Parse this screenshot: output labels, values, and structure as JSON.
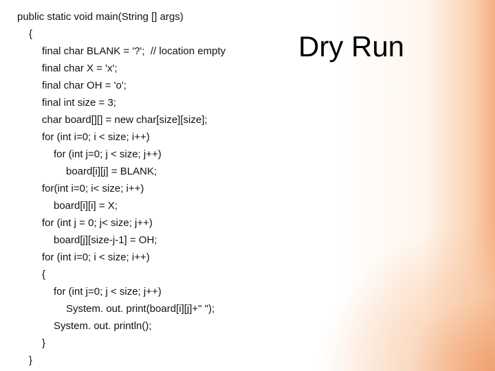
{
  "title": "Dry Run",
  "code_lines": [
    "public static void main(String [] args)",
    "{",
    "final char BLANK = '?';  // location empty",
    "final char X = 'x';",
    "final char OH = 'o';",
    "final int size = 3;",
    "char board[][] = new char[size][size];",
    "for (int i=0; i < size; i++)",
    "for (int j=0; j < size; j++)",
    "board[i][j] = BLANK;",
    "for(int i=0; i< size; i++)",
    "board[i][i] = X;",
    "for (int j = 0; j< size; j++)",
    "board[j][size-j-1] = OH;",
    "for (int i=0; i < size; i++)",
    "{",
    "for (int j=0; j < size; j++)",
    "System. out. print(board[i][j]+\" \");",
    "System. out. println();",
    "}",
    "}"
  ]
}
